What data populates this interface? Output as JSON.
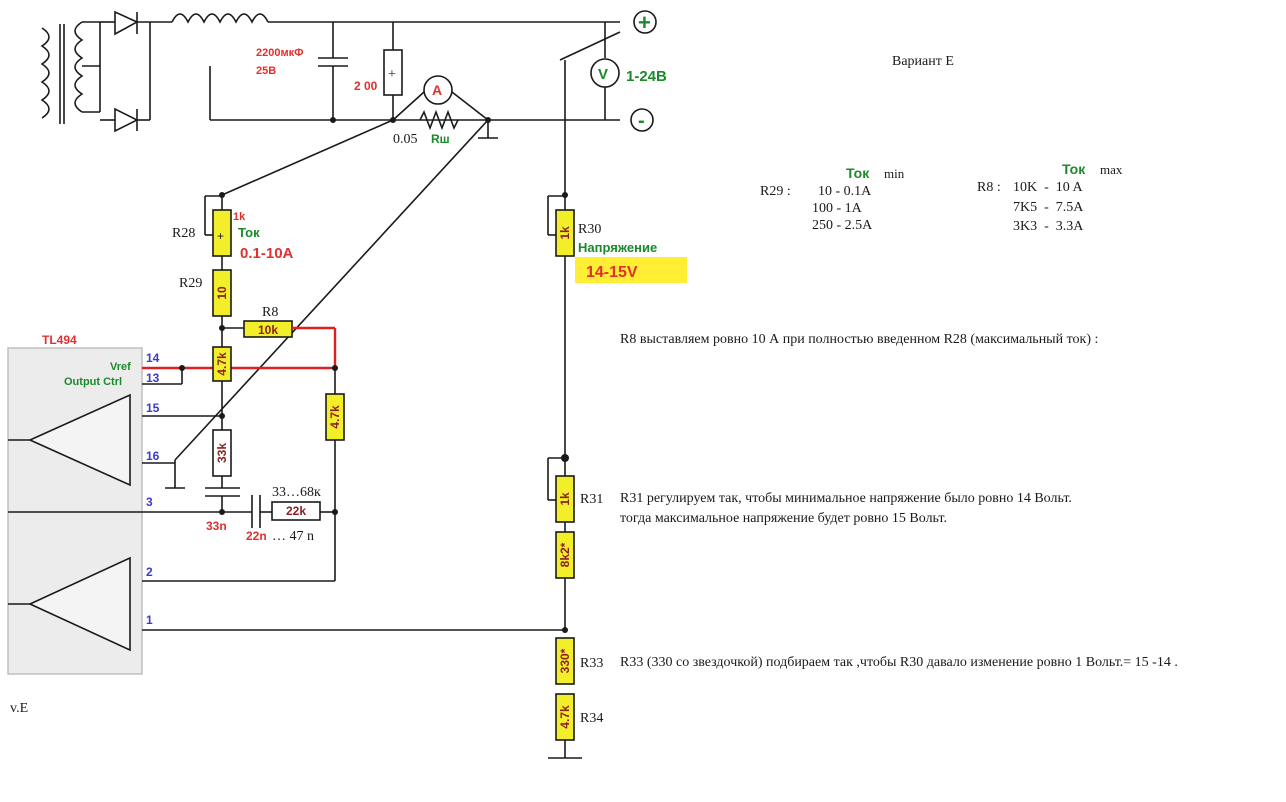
{
  "title": "Вариант Е",
  "footer": "v.E",
  "power": {
    "cap_value": "2200мкФ",
    "cap_voltage": "25В",
    "r200": "2 00",
    "ammeter": "A",
    "voltmeter": "V",
    "voltage_range": "1-24В",
    "plus": "+",
    "minus": "-",
    "shunt_value": "0.05",
    "shunt_label": "Rш"
  },
  "ic": {
    "name": "TL494",
    "vref": "Vref",
    "output_ctrl": "Output Ctrl",
    "pins": [
      "14",
      "13",
      "15",
      "16",
      "3",
      "2",
      "1"
    ]
  },
  "current_block": {
    "r28_label": "R28",
    "r28_value": "1k",
    "tok_label": "Ток",
    "range": "0.1-10A",
    "r29_label": "R29",
    "r29_value": "10",
    "r8_label": "R8",
    "r8_value": "10k",
    "r47k_a": "4.7k",
    "r47k_b": "4.7k",
    "r33k": "33k",
    "cap33n": "33n",
    "r22k": "22k",
    "r22k_range": "33…68к",
    "cap22n": "22n",
    "cap22n_range": "… 47 n"
  },
  "voltage_block": {
    "r30_label": "R30",
    "r30_value": "1k",
    "napr_label": "Напряжение",
    "napr_range": "14-15V",
    "r31_label": "R31",
    "r31_value": "1k",
    "r8k2": "8k2*",
    "r33_label": "R33",
    "r33_value": "330*",
    "r34_label": "R34",
    "r34_value": "4.7k"
  },
  "table_min": {
    "header_bold": "Ток",
    "header_small": "min",
    "label": "R29 :",
    "rows": [
      "10 - 0.1A",
      "100 -    1A",
      "250 - 2.5A"
    ]
  },
  "table_max": {
    "header_bold": "Ток",
    "header_small": "max",
    "label": "R8 :",
    "rows": [
      "10K  -  10 A",
      "7K5  -  7.5A",
      "3K3  -  3.3A"
    ]
  },
  "notes": {
    "note1": "R8 выставляем ровно 10 А  при полностью введенном R28 (максимальный ток) :",
    "note2a": "R31 регулируем так, чтобы минимальное напряжение было ровно 14 Вольт.",
    "note2b": "тогда максимальное напряжение будет ровно 15 Вольт.",
    "note3": "R33 (330 со звездочкой) подбираем так ,чтобы R30 давало изменение ровно 1 Вольт.= 15  -14 ."
  }
}
